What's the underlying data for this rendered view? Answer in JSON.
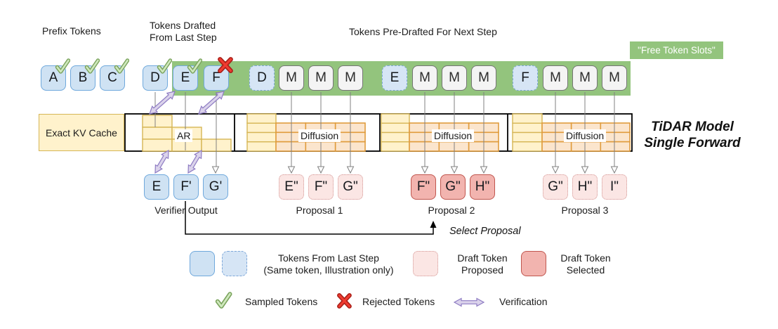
{
  "headers": {
    "prefix": "Prefix Tokens",
    "drafted_line1": "Tokens Drafted",
    "drafted_line2": "From Last Step",
    "predrafted": "Tokens Pre-Drafted For Next Step",
    "free_slots": "\"Free Token Slots\""
  },
  "band": {
    "kv_cache": "Exact KV Cache",
    "ar": "AR",
    "diffusion1": "Diffusion",
    "diffusion2": "Diffusion",
    "diffusion3": "Diffusion",
    "model_line1": "TiDAR Model",
    "model_line2": "Single Forward"
  },
  "tokens": {
    "prefix": [
      "A",
      "B",
      "C"
    ],
    "drafted": [
      "D",
      "E",
      "F"
    ],
    "green_row": [
      "D",
      "M",
      "M",
      "M",
      "E",
      "M",
      "M",
      "M",
      "F",
      "M",
      "M",
      "M"
    ],
    "verifier": [
      "E",
      "F'",
      "G'"
    ],
    "proposal1": [
      "E\"",
      "F\"",
      "G\""
    ],
    "proposal2": [
      "F\"",
      "G\"",
      "H\""
    ],
    "proposal3": [
      "G\"",
      "H\"",
      "I\""
    ]
  },
  "labels": {
    "verifier_output": "Verifier Output",
    "proposal1": "Proposal 1",
    "proposal2": "Proposal 2",
    "proposal3": "Proposal 3",
    "select_proposal": "Select Proposal"
  },
  "legend": {
    "tokens_last_step_line1": "Tokens From Last Step",
    "tokens_last_step_line2": "(Same token, Illustration only)",
    "draft_proposed_line1": "Draft Token",
    "draft_proposed_line2": "Proposed",
    "draft_selected_line1": "Draft Token",
    "draft_selected_line2": "Selected",
    "sampled": "Sampled Tokens",
    "rejected": "Rejected Tokens",
    "verification": "Verification"
  },
  "colors": {
    "green_band": "#93c47d",
    "token_blue_fill": "#cfe2f3",
    "token_blue_border": "#6fa8dc",
    "mask_token_fill": "#f4f4f4",
    "mask_token_border": "#757575",
    "kv_yellow_fill": "#fff2cc",
    "kv_yellow_border": "#d6b656",
    "diffusion_cell_fill": "#fbe5cd",
    "diffusion_cell_border": "#e09c3d",
    "proposed_pink_fill": "#fbe6e4",
    "proposed_pink_border": "#d49593",
    "selected_red_fill": "#f2b4af",
    "selected_red_border": "#c0564e",
    "verify_purple_fill": "#dbd3eb",
    "verify_purple_border": "#8e7cc3",
    "check_green": "#7aa35c",
    "reject_red": "#ef3b30",
    "line_gray": "#808080",
    "black": "#000000"
  }
}
